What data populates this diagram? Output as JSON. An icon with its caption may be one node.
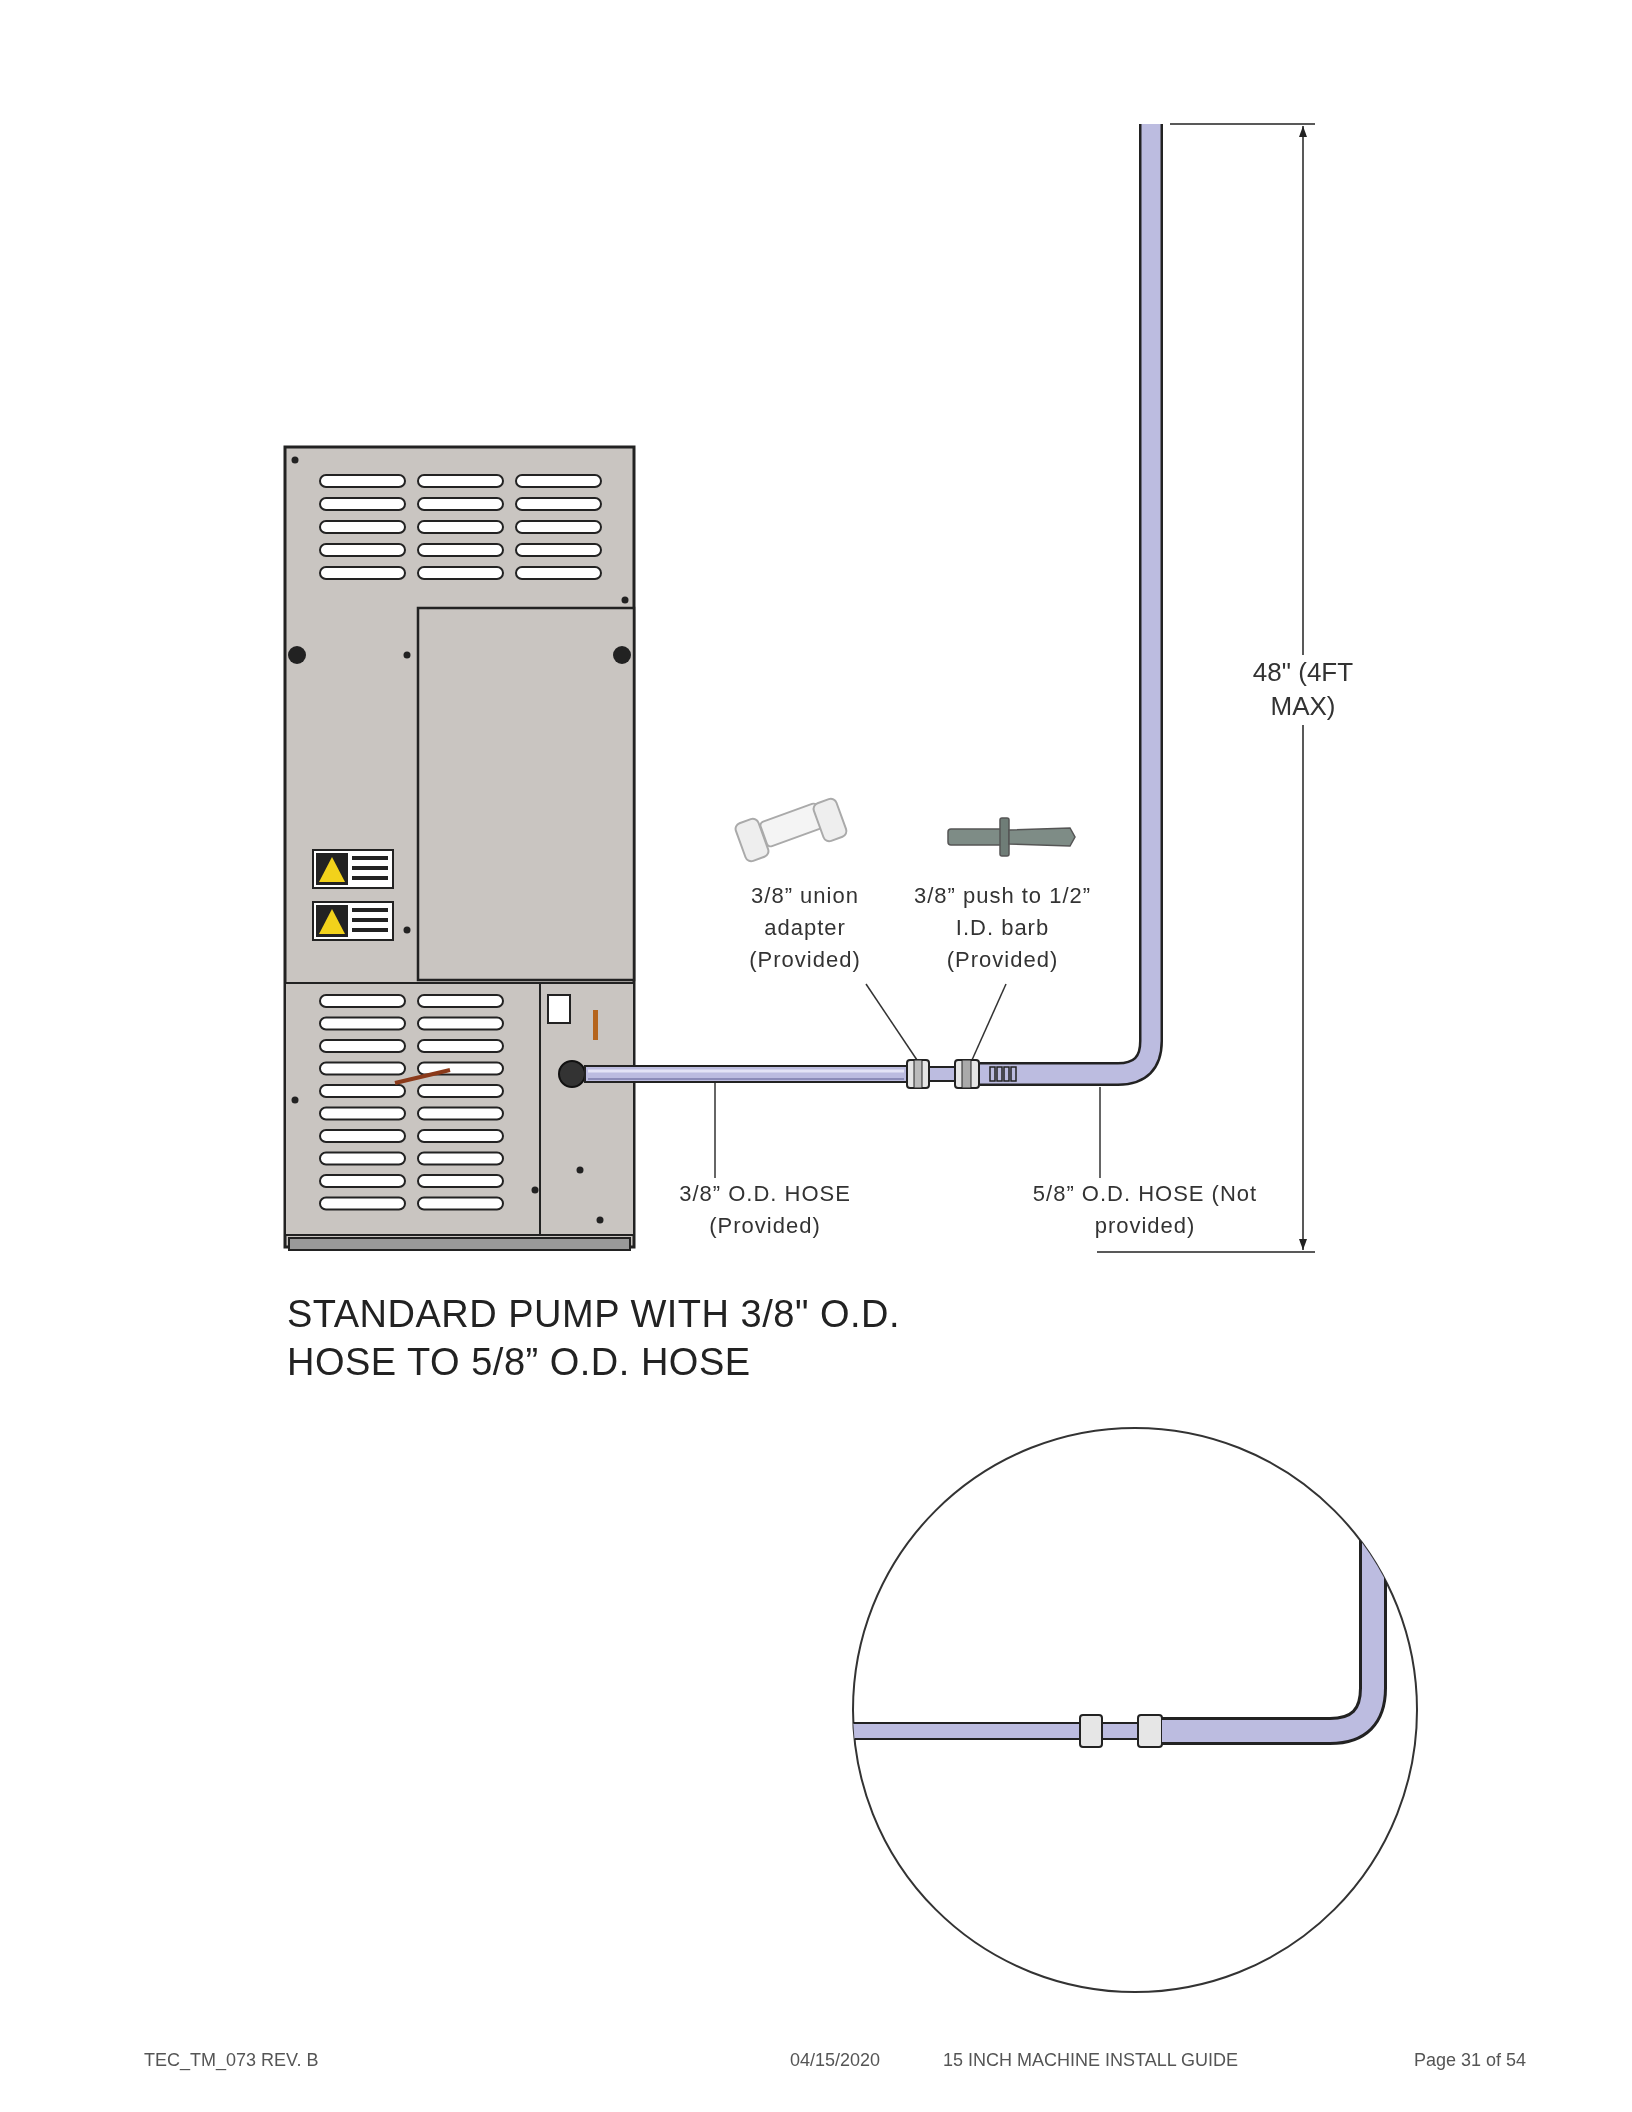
{
  "diagram": {
    "title": "STANDARD PUMP WITH 3/8\" O.D. HOSE TO 5/8” O.D. HOSE",
    "nodes": [
      {
        "text": [
          "3/8” union adapter (Provided)"
        ]
      },
      {
        "text": [
          "3/8” push to 1/2” I.D. barb (Provided)"
        ]
      },
      {
        "text": [
          "3/8” O.D. HOSE (Provided)"
        ]
      },
      {
        "text": [
          "5/8” O.D. HOSE (Not provided)"
        ]
      },
      {
        "text": [],
        "shape": "picture"
      },
      {
        "text": [],
        "shape": "picture"
      },
      {
        "text": [],
        "shape": "picture"
      },
      {
        "text": [],
        "shape": "picture"
      }
    ],
    "edges": [
      {
        "from": 0,
        "to": 5,
        "arrow": "none"
      },
      {
        "from": 1,
        "to": 6,
        "arrow": "none"
      },
      {
        "from": 2,
        "to": 4,
        "arrow": "none"
      },
      {
        "from": 3,
        "to": 7,
        "arrow": "none"
      }
    ],
    "labels": [
      "48\" (4FT MAX)",
      "TEC_TM_073 REV. B",
      "04/15/2020",
      "15 INCH MACHINE INSTALL GUIDE",
      "Page 31 of 54"
    ]
  }
}
